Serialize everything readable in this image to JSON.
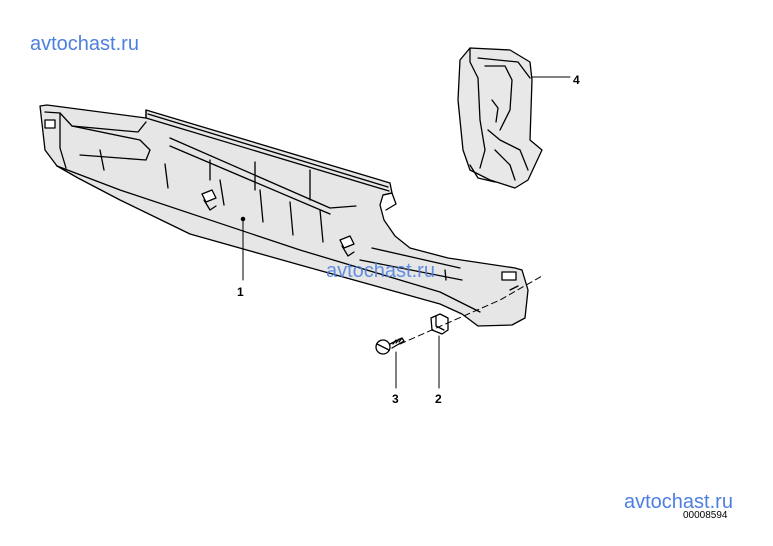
{
  "watermarks": [
    "avtochast.ru",
    "avtochast.ru",
    "avtochast.ru"
  ],
  "callouts": [
    "1",
    "2",
    "3",
    "4"
  ],
  "document_number": "00008594"
}
